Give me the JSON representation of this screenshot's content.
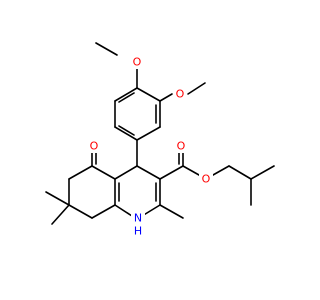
{
  "molecule": {
    "atom_labels": [
      {
        "id": "o-methoxy-top",
        "text": "O",
        "color": "#ff0000"
      },
      {
        "id": "o-methoxy-right",
        "text": "O",
        "color": "#ff0000"
      },
      {
        "id": "o-ketone",
        "text": "O",
        "color": "#ff0000"
      },
      {
        "id": "o-ester-carbonyl",
        "text": "O",
        "color": "#ff0000"
      },
      {
        "id": "o-ester-ether",
        "text": "O",
        "color": "#ff0000"
      },
      {
        "id": "n-amine",
        "text": "N",
        "color": "#0000ff"
      },
      {
        "id": "h-amine",
        "text": "H",
        "color": "#0000ff"
      }
    ]
  }
}
